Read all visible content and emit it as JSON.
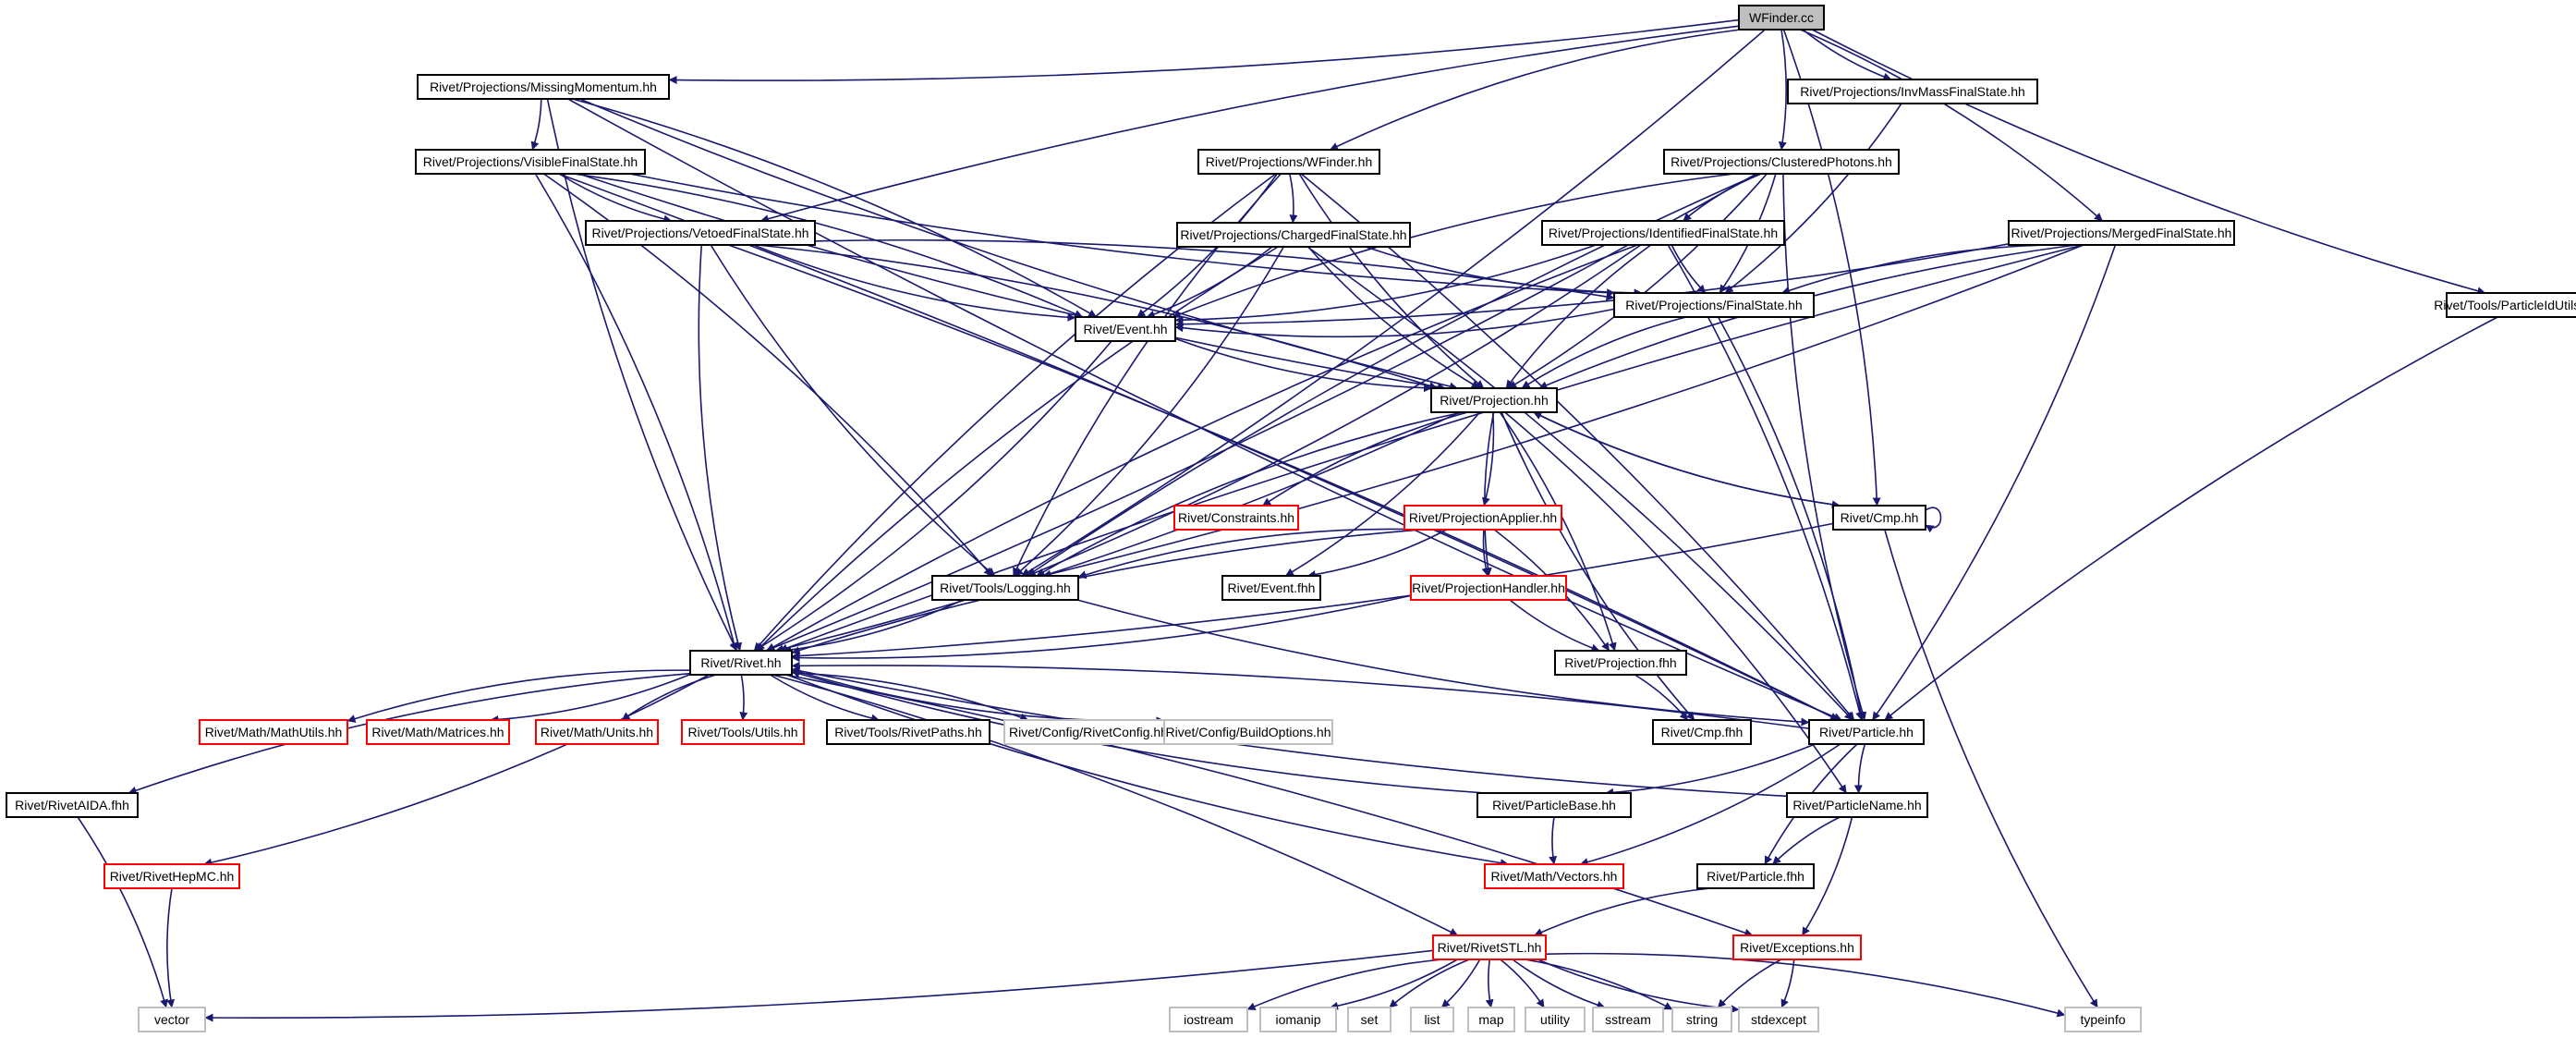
{
  "graph": {
    "title": "WFinder.cc",
    "nodes": [
      {
        "id": "wfinder_cc",
        "label": "WFinder.cc",
        "style": "root"
      },
      {
        "id": "missingmomentum",
        "label": "Rivet/Projections/MissingMomentum.hh",
        "style": "black"
      },
      {
        "id": "invmass",
        "label": "Rivet/Projections/InvMassFinalState.hh",
        "style": "black"
      },
      {
        "id": "visiblefs",
        "label": "Rivet/Projections/VisibleFinalState.hh",
        "style": "black"
      },
      {
        "id": "wfinder_hh",
        "label": "Rivet/Projections/WFinder.hh",
        "style": "black"
      },
      {
        "id": "clustered",
        "label": "Rivet/Projections/ClusteredPhotons.hh",
        "style": "black"
      },
      {
        "id": "vetoedfs",
        "label": "Rivet/Projections/VetoedFinalState.hh",
        "style": "black"
      },
      {
        "id": "chargedfs",
        "label": "Rivet/Projections/ChargedFinalState.hh",
        "style": "black"
      },
      {
        "id": "identifiedfs",
        "label": "Rivet/Projections/IdentifiedFinalState.hh",
        "style": "black"
      },
      {
        "id": "mergedfs",
        "label": "Rivet/Projections/MergedFinalState.hh",
        "style": "black"
      },
      {
        "id": "particleidutils",
        "label": "Rivet/Tools/ParticleIdUtils.hh",
        "style": "black"
      },
      {
        "id": "finalstate",
        "label": "Rivet/Projections/FinalState.hh",
        "style": "black"
      },
      {
        "id": "event_hh",
        "label": "Rivet/Event.hh",
        "style": "black"
      },
      {
        "id": "projection_hh",
        "label": "Rivet/Projection.hh",
        "style": "black"
      },
      {
        "id": "constraints",
        "label": "Rivet/Constraints.hh",
        "style": "red"
      },
      {
        "id": "projapplier",
        "label": "Rivet/ProjectionApplier.hh",
        "style": "red"
      },
      {
        "id": "cmp_hh",
        "label": "Rivet/Cmp.hh",
        "style": "black"
      },
      {
        "id": "logging",
        "label": "Rivet/Tools/Logging.hh",
        "style": "black"
      },
      {
        "id": "event_fhh",
        "label": "Rivet/Event.fhh",
        "style": "black"
      },
      {
        "id": "projhandler",
        "label": "Rivet/ProjectionHandler.hh",
        "style": "red"
      },
      {
        "id": "rivet_hh",
        "label": "Rivet/Rivet.hh",
        "style": "black"
      },
      {
        "id": "projection_fhh",
        "label": "Rivet/Projection.fhh",
        "style": "black"
      },
      {
        "id": "mathutils",
        "label": "Rivet/Math/MathUtils.hh",
        "style": "red"
      },
      {
        "id": "matrices",
        "label": "Rivet/Math/Matrices.hh",
        "style": "red"
      },
      {
        "id": "units",
        "label": "Rivet/Math/Units.hh",
        "style": "red"
      },
      {
        "id": "toolsutils",
        "label": "Rivet/Tools/Utils.hh",
        "style": "red"
      },
      {
        "id": "rivetpaths",
        "label": "Rivet/Tools/RivetPaths.hh",
        "style": "black"
      },
      {
        "id": "rivetconfig",
        "label": "Rivet/Config/RivetConfig.hh",
        "style": "gray"
      },
      {
        "id": "buildoptions",
        "label": "Rivet/Config/BuildOptions.hh",
        "style": "gray"
      },
      {
        "id": "cmp_fhh",
        "label": "Rivet/Cmp.fhh",
        "style": "black"
      },
      {
        "id": "particle_hh",
        "label": "Rivet/Particle.hh",
        "style": "black"
      },
      {
        "id": "rivetaida",
        "label": "Rivet/RivetAIDA.fhh",
        "style": "black"
      },
      {
        "id": "particlebase",
        "label": "Rivet/ParticleBase.hh",
        "style": "black"
      },
      {
        "id": "particlename",
        "label": "Rivet/ParticleName.hh",
        "style": "black"
      },
      {
        "id": "rivethepmc",
        "label": "Rivet/RivetHepMC.hh",
        "style": "red"
      },
      {
        "id": "vectors",
        "label": "Rivet/Math/Vectors.hh",
        "style": "red"
      },
      {
        "id": "particle_fhh",
        "label": "Rivet/Particle.fhh",
        "style": "black"
      },
      {
        "id": "rivetstl",
        "label": "Rivet/RivetSTL.hh",
        "style": "red"
      },
      {
        "id": "exceptions",
        "label": "Rivet/Exceptions.hh",
        "style": "red"
      },
      {
        "id": "vector",
        "label": "vector",
        "style": "gray"
      },
      {
        "id": "iostream",
        "label": "iostream",
        "style": "gray"
      },
      {
        "id": "iomanip",
        "label": "iomanip",
        "style": "gray"
      },
      {
        "id": "set",
        "label": "set",
        "style": "gray"
      },
      {
        "id": "list",
        "label": "list",
        "style": "gray"
      },
      {
        "id": "map",
        "label": "map",
        "style": "gray"
      },
      {
        "id": "utility",
        "label": "utility",
        "style": "gray"
      },
      {
        "id": "sstream",
        "label": "sstream",
        "style": "gray"
      },
      {
        "id": "string",
        "label": "string",
        "style": "gray"
      },
      {
        "id": "stdexcept",
        "label": "stdexcept",
        "style": "gray"
      },
      {
        "id": "typeinfo",
        "label": "typeinfo",
        "style": "gray"
      }
    ],
    "edges": [
      [
        "wfinder_cc",
        "missingmomentum"
      ],
      [
        "wfinder_cc",
        "vetoedfs"
      ],
      [
        "wfinder_cc",
        "logging"
      ],
      [
        "wfinder_cc",
        "wfinder_hh"
      ],
      [
        "wfinder_cc",
        "clustered"
      ],
      [
        "wfinder_cc",
        "invmass"
      ],
      [
        "wfinder_cc",
        "mergedfs"
      ],
      [
        "wfinder_cc",
        "particleidutils"
      ],
      [
        "wfinder_cc",
        "cmp_hh"
      ],
      [
        "missingmomentum",
        "rivet_hh"
      ],
      [
        "missingmomentum",
        "visiblefs"
      ],
      [
        "missingmomentum",
        "projection_hh"
      ],
      [
        "missingmomentum",
        "event_hh"
      ],
      [
        "missingmomentum",
        "particle_hh"
      ],
      [
        "visiblefs",
        "rivet_hh"
      ],
      [
        "visiblefs",
        "vetoedfs"
      ],
      [
        "visiblefs",
        "logging"
      ],
      [
        "visiblefs",
        "projection_hh"
      ],
      [
        "visiblefs",
        "event_hh"
      ],
      [
        "visiblefs",
        "finalstate"
      ],
      [
        "visiblefs",
        "particle_hh"
      ],
      [
        "wfinder_hh",
        "rivet_hh"
      ],
      [
        "wfinder_hh",
        "chargedfs"
      ],
      [
        "wfinder_hh",
        "logging"
      ],
      [
        "wfinder_hh",
        "event_hh"
      ],
      [
        "wfinder_hh",
        "projection_hh"
      ],
      [
        "wfinder_hh",
        "particle_hh"
      ],
      [
        "clustered",
        "identifiedfs"
      ],
      [
        "clustered",
        "finalstate"
      ],
      [
        "clustered",
        "event_hh"
      ],
      [
        "clustered",
        "projection_hh"
      ],
      [
        "clustered",
        "logging"
      ],
      [
        "clustered",
        "rivet_hh"
      ],
      [
        "clustered",
        "particle_hh"
      ],
      [
        "invmass",
        "finalstate"
      ],
      [
        "vetoedfs",
        "rivet_hh"
      ],
      [
        "vetoedfs",
        "finalstate"
      ],
      [
        "vetoedfs",
        "event_hh"
      ],
      [
        "vetoedfs",
        "projection_hh"
      ],
      [
        "vetoedfs",
        "logging"
      ],
      [
        "vetoedfs",
        "particle_hh"
      ],
      [
        "chargedfs",
        "finalstate"
      ],
      [
        "chargedfs",
        "event_hh"
      ],
      [
        "chargedfs",
        "projection_hh"
      ],
      [
        "chargedfs",
        "logging"
      ],
      [
        "chargedfs",
        "rivet_hh"
      ],
      [
        "chargedfs",
        "particle_hh"
      ],
      [
        "identifiedfs",
        "finalstate"
      ],
      [
        "identifiedfs",
        "event_hh"
      ],
      [
        "identifiedfs",
        "projection_hh"
      ],
      [
        "identifiedfs",
        "logging"
      ],
      [
        "identifiedfs",
        "rivet_hh"
      ],
      [
        "identifiedfs",
        "particle_hh"
      ],
      [
        "mergedfs",
        "finalstate"
      ],
      [
        "mergedfs",
        "event_hh"
      ],
      [
        "mergedfs",
        "projection_hh"
      ],
      [
        "mergedfs",
        "logging"
      ],
      [
        "mergedfs",
        "rivet_hh"
      ],
      [
        "mergedfs",
        "particle_hh"
      ],
      [
        "particleidutils",
        "particle_hh"
      ],
      [
        "finalstate",
        "event_hh"
      ],
      [
        "finalstate",
        "projection_hh"
      ],
      [
        "finalstate",
        "particle_hh"
      ],
      [
        "event_hh",
        "projection_hh"
      ],
      [
        "event_hh",
        "rivet_hh"
      ],
      [
        "projection_hh",
        "constraints"
      ],
      [
        "projection_hh",
        "projapplier"
      ],
      [
        "projection_hh",
        "cmp_hh"
      ],
      [
        "projection_hh",
        "event_fhh"
      ],
      [
        "projection_hh",
        "logging"
      ],
      [
        "projection_hh",
        "rivet_hh"
      ],
      [
        "projection_hh",
        "projhandler"
      ],
      [
        "projection_hh",
        "projection_fhh"
      ],
      [
        "projection_hh",
        "cmp_fhh"
      ],
      [
        "projection_hh",
        "particlename"
      ],
      [
        "projapplier",
        "logging"
      ],
      [
        "projapplier",
        "event_fhh"
      ],
      [
        "projapplier",
        "projhandler"
      ],
      [
        "projapplier",
        "projection_fhh"
      ],
      [
        "projapplier",
        "rivet_hh"
      ],
      [
        "projhandler",
        "rivet_hh"
      ],
      [
        "projhandler",
        "projection_fhh"
      ],
      [
        "cmp_hh",
        "projection_hh"
      ],
      [
        "cmp_hh",
        "cmp_hh"
      ],
      [
        "cmp_hh",
        "rivet_hh"
      ],
      [
        "cmp_hh",
        "typeinfo"
      ],
      [
        "logging",
        "rivet_hh"
      ],
      [
        "logging",
        "particle_hh"
      ],
      [
        "projection_fhh",
        "cmp_fhh"
      ],
      [
        "rivet_hh",
        "rivetaida"
      ],
      [
        "rivet_hh",
        "rivethepmc"
      ],
      [
        "rivet_hh",
        "mathutils"
      ],
      [
        "rivet_hh",
        "matrices"
      ],
      [
        "rivet_hh",
        "units"
      ],
      [
        "rivet_hh",
        "toolsutils"
      ],
      [
        "rivet_hh",
        "rivetpaths"
      ],
      [
        "rivet_hh",
        "rivetconfig"
      ],
      [
        "rivet_hh",
        "buildoptions"
      ],
      [
        "rivet_hh",
        "rivetstl"
      ],
      [
        "rivet_hh",
        "vectors"
      ],
      [
        "rivet_hh",
        "exceptions"
      ],
      [
        "particle_hh",
        "rivet_hh"
      ],
      [
        "particle_hh",
        "particlebase"
      ],
      [
        "particle_hh",
        "particlename"
      ],
      [
        "particle_hh",
        "vectors"
      ],
      [
        "particle_hh",
        "particle_fhh"
      ],
      [
        "particlebase",
        "rivet_hh"
      ],
      [
        "particlebase",
        "vectors"
      ],
      [
        "particlename",
        "rivet_hh"
      ],
      [
        "particlename",
        "particle_fhh"
      ],
      [
        "particlename",
        "exceptions"
      ],
      [
        "particle_fhh",
        "rivetstl"
      ],
      [
        "rivetaida",
        "vector"
      ],
      [
        "rivethepmc",
        "vector"
      ],
      [
        "rivetstl",
        "vector"
      ],
      [
        "rivetstl",
        "iostream"
      ],
      [
        "rivetstl",
        "iomanip"
      ],
      [
        "rivetstl",
        "set"
      ],
      [
        "rivetstl",
        "list"
      ],
      [
        "rivetstl",
        "map"
      ],
      [
        "rivetstl",
        "utility"
      ],
      [
        "rivetstl",
        "sstream"
      ],
      [
        "rivetstl",
        "string"
      ],
      [
        "rivetstl",
        "stdexcept"
      ],
      [
        "rivetstl",
        "typeinfo"
      ],
      [
        "exceptions",
        "string"
      ],
      [
        "exceptions",
        "stdexcept"
      ]
    ]
  }
}
